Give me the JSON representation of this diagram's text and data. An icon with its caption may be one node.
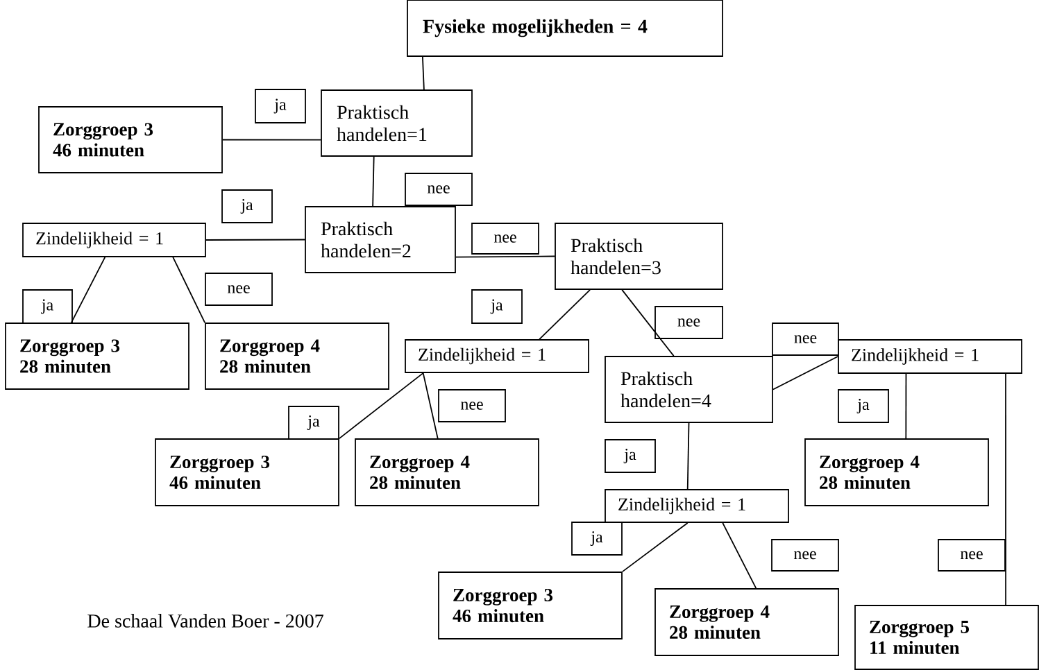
{
  "diagram": {
    "nodes": [
      {
        "text": [
          "Fysieke mogelijkheden = 4"
        ]
      },
      {
        "text": [
          "ja"
        ]
      },
      {
        "text": [
          "Praktisch handelen=1"
        ]
      },
      {
        "text": [
          "Zorggroep 3",
          "46 minuten"
        ]
      },
      {
        "text": [
          "nee"
        ]
      },
      {
        "text": [
          "ja"
        ]
      },
      {
        "text": [
          "Zindelijkheid = 1"
        ]
      },
      {
        "text": [
          "Praktisch handelen=2"
        ]
      },
      {
        "text": [
          "nee"
        ]
      },
      {
        "text": [
          "Praktisch handelen=3"
        ]
      },
      {
        "text": [
          "ja"
        ]
      },
      {
        "text": [
          "nee"
        ]
      },
      {
        "text": [
          "Zorggroep 3",
          "28 minuten"
        ]
      },
      {
        "text": [
          "Zorggroep 4",
          "28 minuten"
        ]
      },
      {
        "text": [
          "ja"
        ]
      },
      {
        "text": [
          "nee"
        ]
      },
      {
        "text": [
          "Zindelijkheid = 1"
        ]
      },
      {
        "text": [
          "nee"
        ]
      },
      {
        "text": [
          "Zindelijkheid = 1"
        ]
      },
      {
        "text": [
          "Praktisch handelen=4"
        ]
      },
      {
        "text": [
          "ja"
        ]
      },
      {
        "text": [
          "nee"
        ]
      },
      {
        "text": [
          "ja"
        ]
      },
      {
        "text": [
          "Zorggroep 3",
          "46 minuten"
        ]
      },
      {
        "text": [
          "Zorggroep 4",
          "28 minuten"
        ]
      },
      {
        "text": [
          "ja"
        ]
      },
      {
        "text": [
          "Zorggroep 4",
          "28 minuten"
        ]
      },
      {
        "text": [
          "Zindelijkheid = 1"
        ]
      },
      {
        "text": [
          "ja"
        ]
      },
      {
        "text": [
          "nee"
        ]
      },
      {
        "text": [
          "nee"
        ]
      },
      {
        "text": [
          "Zorggroep 3",
          "46 minuten"
        ]
      },
      {
        "text": [
          "Zorggroep 4",
          "28 minuten"
        ]
      },
      {
        "text": [
          "Zorggroep 5",
          "11 minuten"
        ]
      }
    ],
    "edges": [
      {
        "from": 0,
        "to": 2,
        "arrow": "none"
      },
      {
        "from": 2,
        "to": 3,
        "arrow": "none"
      },
      {
        "from": 2,
        "to": 7,
        "arrow": "none"
      },
      {
        "from": 7,
        "to": 6,
        "arrow": "none"
      },
      {
        "from": 7,
        "to": 9,
        "arrow": "none"
      },
      {
        "from": 6,
        "to": 12,
        "arrow": "none"
      },
      {
        "from": 6,
        "to": 13,
        "arrow": "none"
      },
      {
        "from": 9,
        "to": 16,
        "arrow": "none"
      },
      {
        "from": 9,
        "to": 19,
        "arrow": "none"
      },
      {
        "from": 16,
        "to": 23,
        "arrow": "none"
      },
      {
        "from": 16,
        "to": 24,
        "arrow": "none"
      },
      {
        "from": 19,
        "to": 18,
        "arrow": "none"
      },
      {
        "from": 19,
        "to": 27,
        "arrow": "none"
      },
      {
        "from": 18,
        "to": 26,
        "arrow": "none"
      },
      {
        "from": 18,
        "to": 33,
        "arrow": "none"
      },
      {
        "from": 27,
        "to": 31,
        "arrow": "none"
      },
      {
        "from": 27,
        "to": 32,
        "arrow": "none"
      }
    ],
    "labels": [
      "De schaal Vanden Boer - 2007"
    ]
  }
}
